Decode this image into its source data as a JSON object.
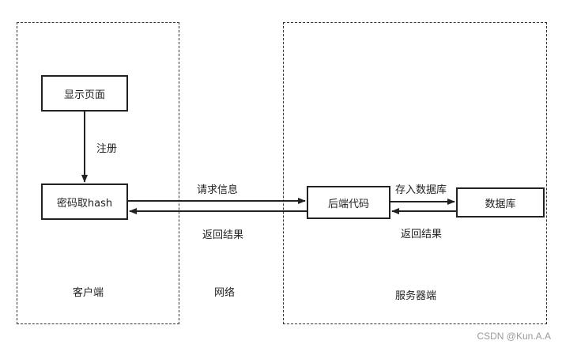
{
  "regions": {
    "client": "客户端",
    "network": "网络",
    "server": "服务器端"
  },
  "nodes": {
    "display_page": "显示页面",
    "password_hash": "密码取hash",
    "backend_code": "后端代码",
    "database": "数据库"
  },
  "edges": {
    "register": "注册",
    "request_info": "请求信息",
    "return_result_client": "返回结果",
    "store_db": "存入数据库",
    "return_result_db": "返回结果"
  },
  "watermark": "CSDN @Kun.A.A"
}
